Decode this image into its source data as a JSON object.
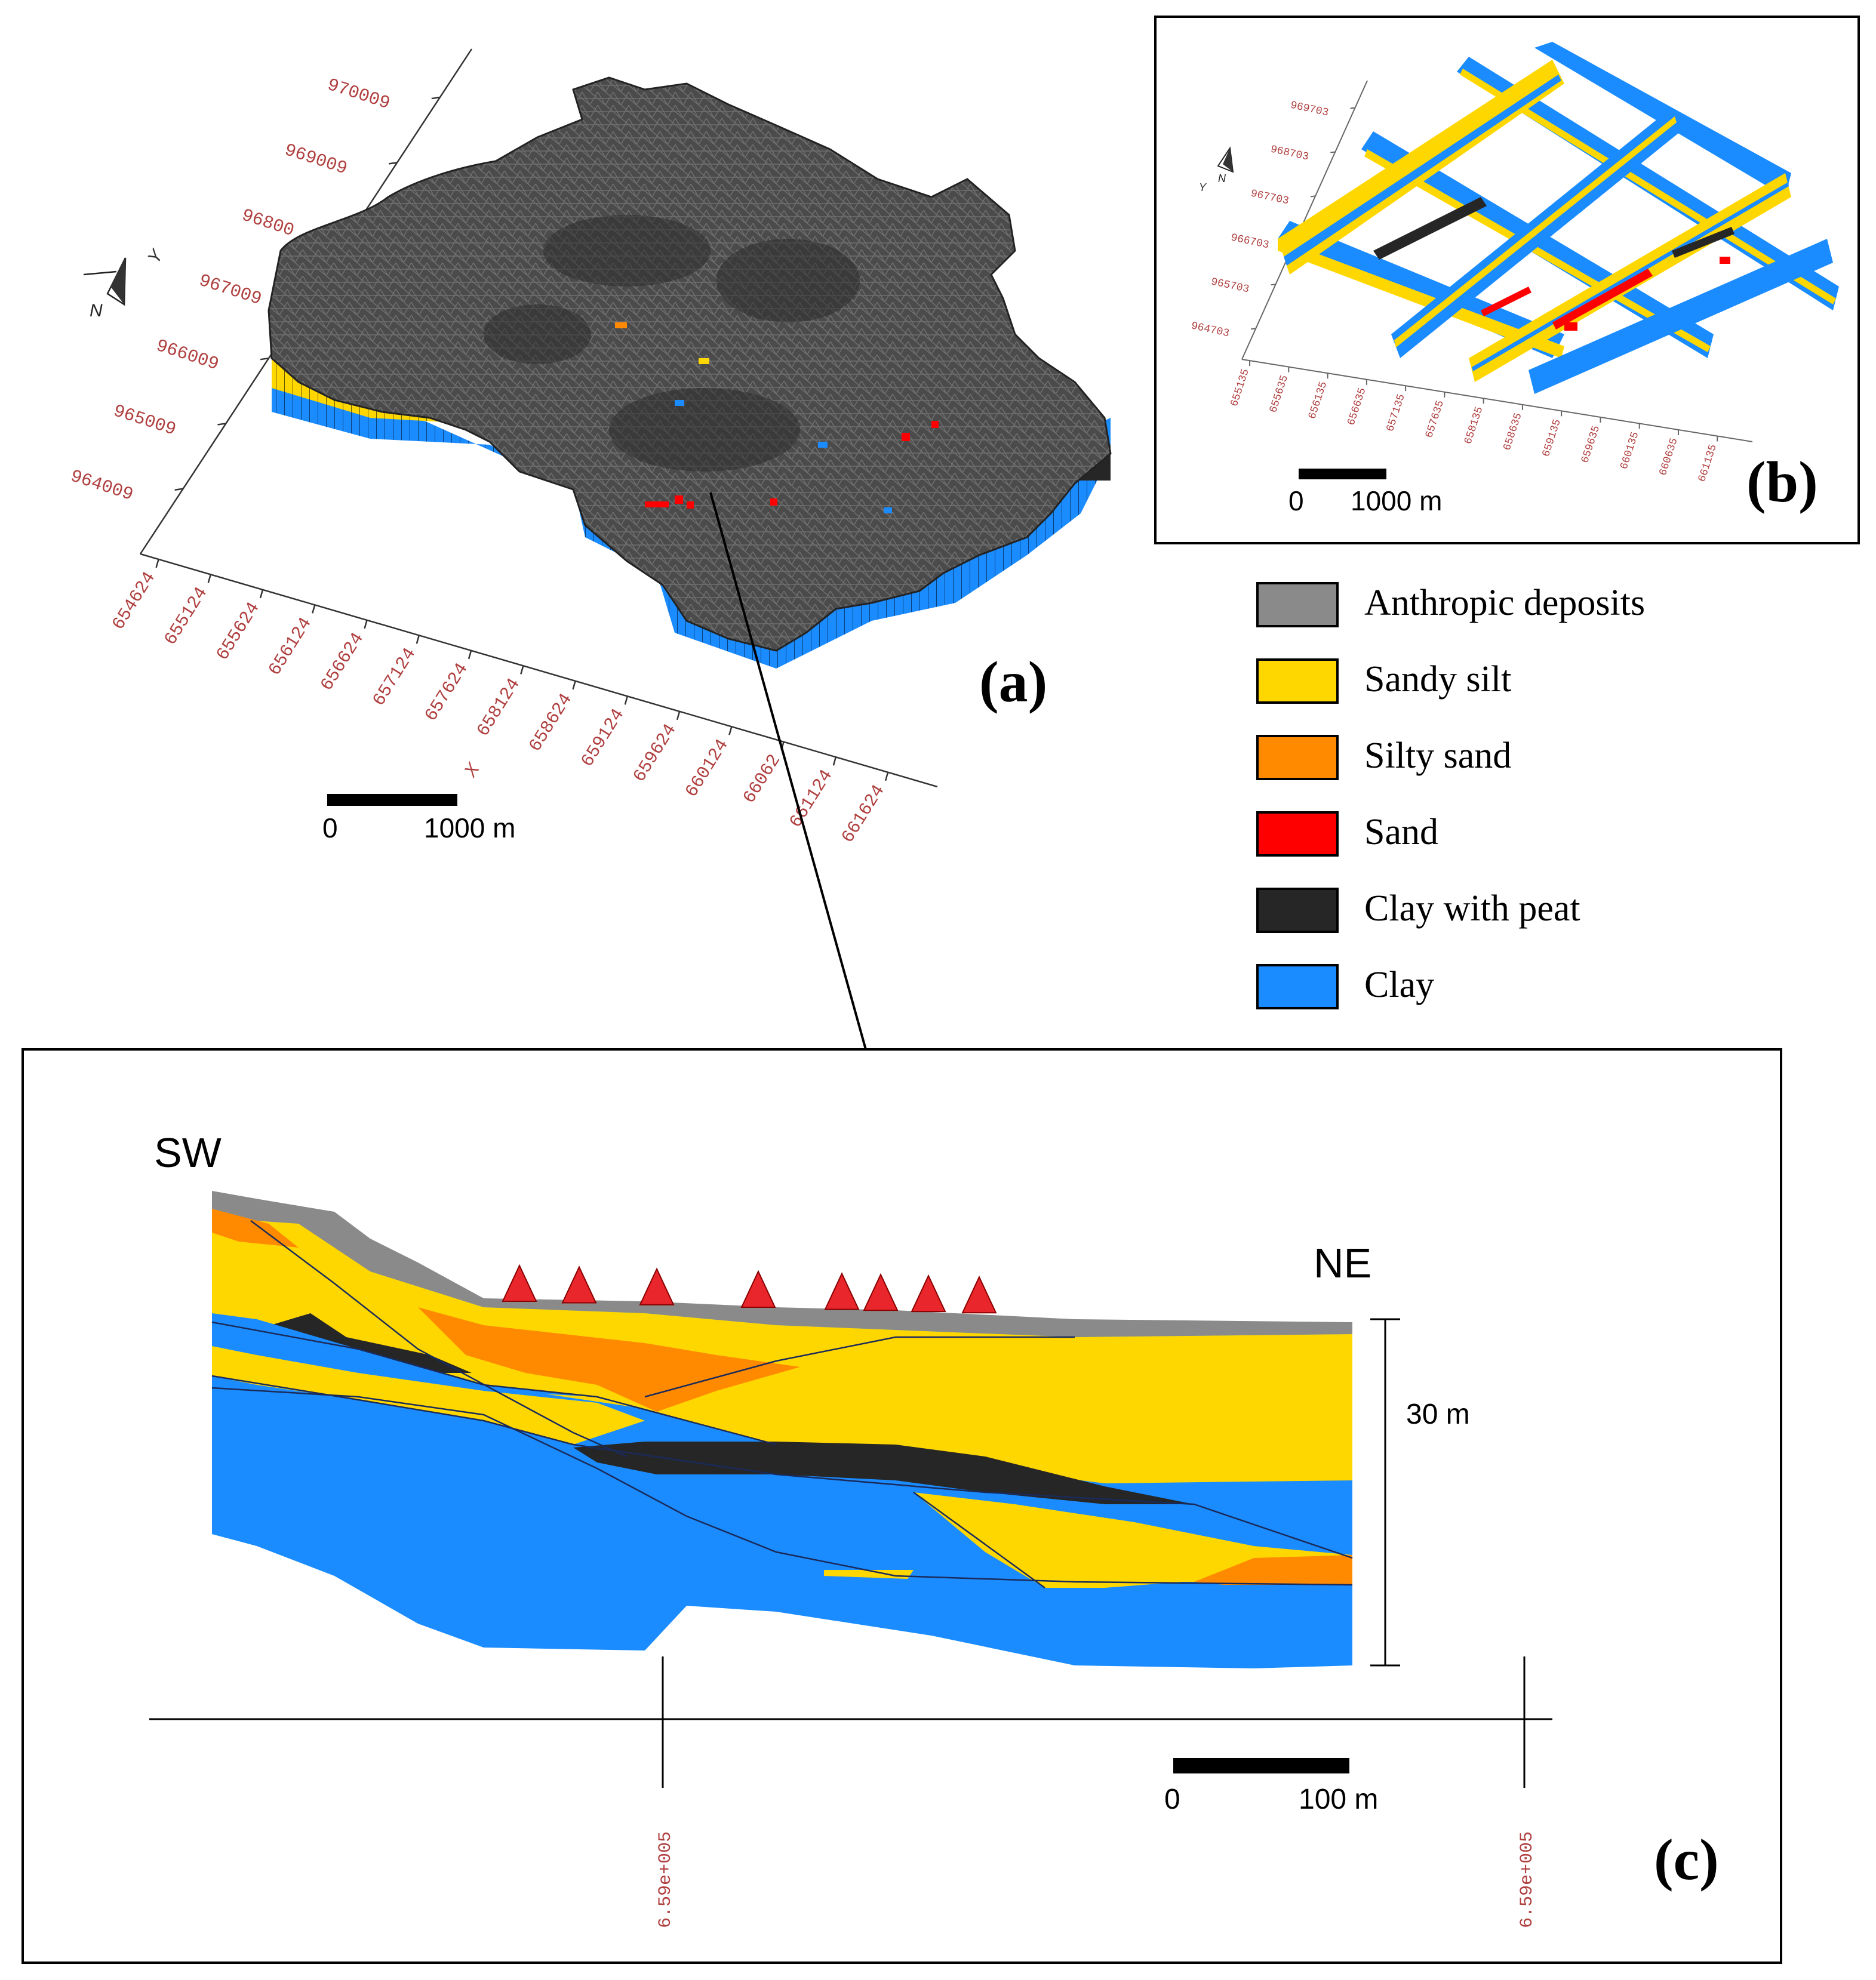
{
  "colors": {
    "anthropic": "#8a8a8a",
    "sandy_silt": "#ffd700",
    "silty_sand": "#ff8a00",
    "sand": "#ff0000",
    "clay_with_peat": "#262626",
    "clay": "#1a8cff",
    "mesh_dark": "#4a4a4a",
    "tick_text": "#b04040",
    "triangle": "#e8262c"
  },
  "panel_a": {
    "label": "(a)",
    "y_axis_ticks": [
      "970009",
      "969009",
      "96800",
      "967009",
      "966009",
      "965009",
      "964009"
    ],
    "x_axis_ticks": [
      "654624",
      "655124",
      "655624",
      "656124",
      "656624",
      "657124",
      "657624",
      "658124",
      "658624",
      "659124",
      "659624",
      "660124",
      "66062",
      "661124",
      "661624"
    ],
    "y_axis_label": "Y",
    "x_axis_label": "X",
    "north_label": "N",
    "scale_start": "0",
    "scale_end": "1000 m"
  },
  "panel_b": {
    "label": "(b)",
    "y_axis_ticks": [
      "969703",
      "968703",
      "967703",
      "966703",
      "965703",
      "964703"
    ],
    "x_axis_ticks": [
      "655135",
      "655635",
      "656135",
      "656635",
      "657135",
      "657635",
      "658135",
      "658635",
      "659135",
      "659635",
      "660135",
      "660635",
      "661135"
    ],
    "y_axis_label": "Y",
    "north_label": "N",
    "scale_start": "0",
    "scale_end": "1000 m"
  },
  "legend": {
    "items": [
      {
        "label": "Anthropic deposits",
        "color": "#8a8a8a"
      },
      {
        "label": "Sandy silt",
        "color": "#ffd700"
      },
      {
        "label": "Silty sand",
        "color": "#ff8a00"
      },
      {
        "label": "Sand",
        "color": "#ff0000"
      },
      {
        "label": "Clay with peat",
        "color": "#262626"
      },
      {
        "label": "Clay",
        "color": "#1a8cff"
      }
    ]
  },
  "panel_c": {
    "label": "(c)",
    "left_end": "SW",
    "right_end": "NE",
    "vertical_scale": "30 m",
    "scale_start": "0",
    "scale_end": "100 m",
    "x_tick_1": "6.59e+005",
    "x_tick_2": "6.59e+005"
  }
}
